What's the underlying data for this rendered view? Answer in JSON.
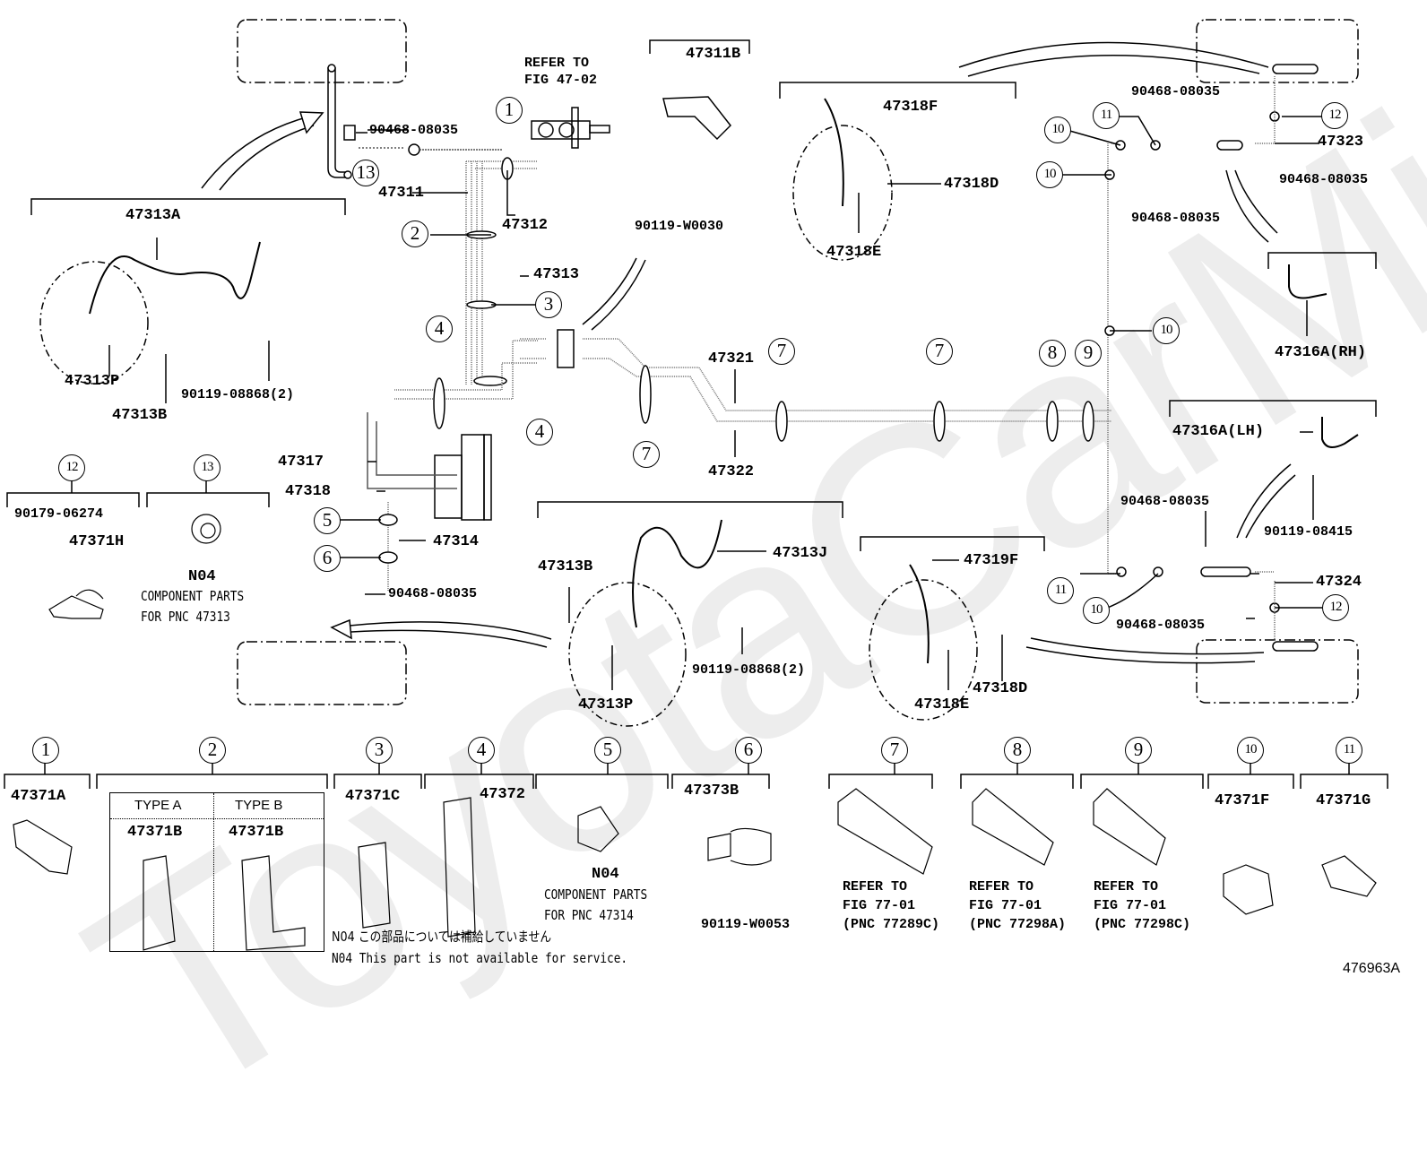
{
  "figure_id": "476963A",
  "watermark": "ToyotaCarMine.ru",
  "refer_master_cylinder": [
    "REFER TO",
    "FIG 47-02"
  ],
  "parts": {
    "p47311B": "47311B",
    "p90119_W0030": "90119-W0030",
    "p47311": "47311",
    "p47312": "47312",
    "p47313": "47313",
    "p90468_a": "90468-08035",
    "p47313A": "47313A",
    "p47313P_a": "47313P",
    "p47313B_a": "47313B",
    "p90119_08868_a": "90119-08868(2)",
    "p47318F": "47318F",
    "p47318D_a": "47318D",
    "p47318E_a": "47318E",
    "p90468_b": "90468-08035",
    "p47323": "47323",
    "p90468_c": "90468-08035",
    "p90468_d": "90468-08035",
    "p47316A_RH": "47316A(RH)",
    "p47321": "47321",
    "p47322": "47322",
    "p47317": "47317",
    "p47318": "47318",
    "p47314": "47314",
    "p90468_e": "90468-08035",
    "p47313B_b": "47313B",
    "p47313J": "47313J",
    "p90119_08868_b": "90119-08868(2)",
    "p47313P_b": "47313P",
    "p47319F": "47319F",
    "p47318D_b": "47318D",
    "p47318E_b": "47318E",
    "p47316A_LH": "47316A(LH)",
    "p90119_08415": "90119-08415",
    "p90468_f": "90468-08035",
    "p47324": "47324",
    "p90468_g": "90468-08035",
    "p90179_06274": "90179-06274",
    "p47371H": "47371H",
    "n04_a": "N04",
    "component_parts_47313": [
      "COMPONENT PARTS",
      "FOR PNC 47313"
    ]
  },
  "callouts": {
    "c1": "1",
    "c2": "2",
    "c3": "3",
    "c4a": "4",
    "c4b": "4",
    "c5": "5",
    "c6": "6",
    "c7a": "7",
    "c7b": "7",
    "c7c": "7",
    "c8": "8",
    "c9": "9",
    "c10a": "10",
    "c10b": "10",
    "c10c": "10",
    "c10d": "10",
    "c11a": "11",
    "c11b": "11",
    "c12a": "12",
    "c12b": "12",
    "c12c": "12",
    "c13a": "13",
    "c13b": "13"
  },
  "legend": [
    {
      "num": "1",
      "part": "47371A"
    },
    {
      "num": "2",
      "types": [
        {
          "head": "TYPE A",
          "part": "47371B"
        },
        {
          "head": "TYPE B",
          "part": "47371B"
        }
      ]
    },
    {
      "num": "3",
      "part": "47371C"
    },
    {
      "num": "4",
      "part": "47372"
    },
    {
      "num": "5",
      "part": "N04",
      "note": [
        "COMPONENT PARTS",
        "FOR PNC 47314"
      ]
    },
    {
      "num": "6",
      "part": "47373B",
      "sub": "90119-W0053"
    },
    {
      "num": "7",
      "note": [
        "REFER TO",
        "FIG 77-01",
        "(PNC 77289C)"
      ]
    },
    {
      "num": "8",
      "note": [
        "REFER TO",
        "FIG 77-01",
        "(PNC 77298A)"
      ]
    },
    {
      "num": "9",
      "note": [
        "REFER TO",
        "FIG 77-01",
        "(PNC 77298C)"
      ]
    },
    {
      "num": "10",
      "part": "47371F"
    },
    {
      "num": "11",
      "part": "47371G"
    }
  ],
  "footnotes": {
    "jp": "N04 この部品については補給していません",
    "en": "N04 This part is not available for service."
  }
}
